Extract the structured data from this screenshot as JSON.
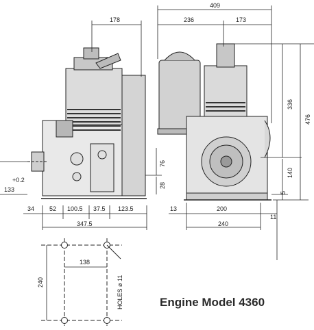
{
  "title": "Engine Model 4360",
  "dimensions": {
    "top_total": "409",
    "top_left": "236",
    "top_right": "173",
    "side_top": "178",
    "height_upper": "336",
    "height_total": "476",
    "height_shaft": "140",
    "side_76": "76",
    "side_28": "28",
    "shaft_height": "133",
    "shaft_tol": "+0.2",
    "right_5": "5",
    "bottom_34": "34",
    "bottom_52": "52",
    "bottom_1005": "100.5",
    "bottom_375": "37.5",
    "bottom_1235": "123.5",
    "bottom_3475": "347.5",
    "front_13": "13",
    "front_200": "200",
    "front_11": "11",
    "front_240": "240",
    "base_138": "138",
    "base_240": "240",
    "holes": "HOLES ø 11"
  },
  "colors": {
    "ink": "#222222",
    "shade": "#3a3a3a",
    "paper": "#ffffff"
  }
}
